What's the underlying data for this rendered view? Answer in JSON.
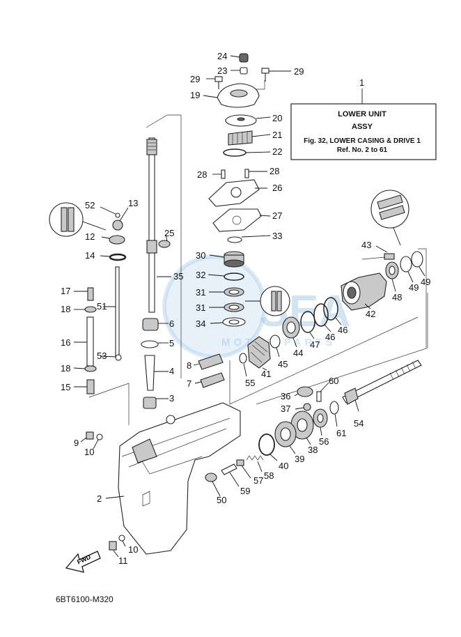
{
  "assembly_box": {
    "callout": "1",
    "line1": "LOWER UNIT",
    "line2": "ASSY",
    "line3": "Fig. 32, LOWER CASING & DRIVE 1",
    "line4": "Ref. No. 2 to 61"
  },
  "watermark": {
    "big": "SEA",
    "small": "MOTOR PARTS"
  },
  "fwd_label": "FWD",
  "ref_code": "6BT6100-M320",
  "callouts": {
    "c2": "2",
    "c3": "3",
    "c4": "4",
    "c5": "5",
    "c6": "6",
    "c7": "7",
    "c8": "8",
    "c9": "9",
    "c10a": "10",
    "c10b": "10",
    "c11": "11",
    "c12": "12",
    "c13": "13",
    "c14": "14",
    "c15": "15",
    "c16": "16",
    "c17": "17",
    "c18a": "18",
    "c18b": "18",
    "c19": "19",
    "c20": "20",
    "c21": "21",
    "c22": "22",
    "c23": "23",
    "c24": "24",
    "c25": "25",
    "c26": "26",
    "c27": "27",
    "c28a": "28",
    "c28b": "28",
    "c29a": "29",
    "c29b": "29",
    "c30": "30",
    "c31a": "31",
    "c31b": "31",
    "c32": "32",
    "c33": "33",
    "c34": "34",
    "c35": "35",
    "c36": "36",
    "c37": "37",
    "c38": "38",
    "c39": "39",
    "c40": "40",
    "c41": "41",
    "c42": "42",
    "c43": "43",
    "c44": "44",
    "c45": "45",
    "c46a": "46",
    "c46b": "46",
    "c47": "47",
    "c48": "48",
    "c49a": "49",
    "c49b": "49",
    "c50": "50",
    "c51": "51",
    "c52": "52",
    "c53": "53",
    "c54": "54",
    "c55": "55",
    "c56": "56",
    "c57": "57",
    "c58": "58",
    "c59": "59",
    "c60": "60",
    "c61": "61"
  }
}
